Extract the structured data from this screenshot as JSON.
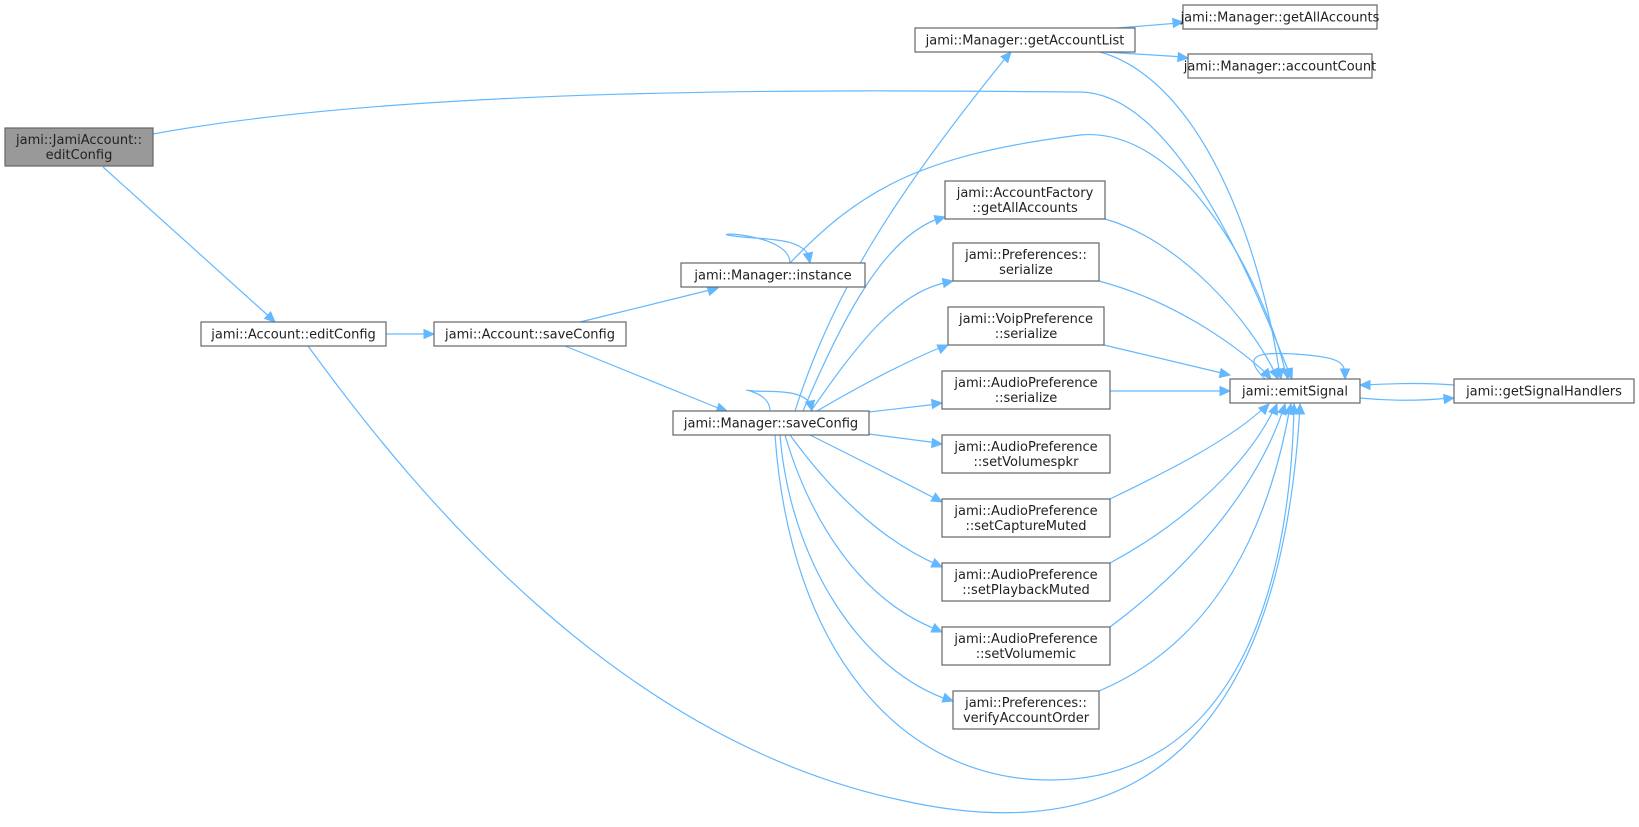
{
  "nodes": {
    "root": [
      "jami::JamiAccount::",
      "editConfig"
    ],
    "acc_edit": [
      "jami::Account::editConfig"
    ],
    "acc_save": [
      "jami::Account::saveConfig"
    ],
    "mgr_instance": [
      "jami::Manager::instance"
    ],
    "mgr_save": [
      "jami::Manager::saveConfig"
    ],
    "mgr_getlist": [
      "jami::Manager::getAccountList"
    ],
    "mgr_getall": [
      "jami::Manager::getAllAccounts"
    ],
    "mgr_count": [
      "jami::Manager::accountCount"
    ],
    "af_getall": [
      "jami::AccountFactory",
      "::getAllAccounts"
    ],
    "pref_ser": [
      "jami::Preferences::",
      "serialize"
    ],
    "voip_ser": [
      "jami::VoipPreference",
      "::serialize"
    ],
    "audio_ser": [
      "jami::AudioPreference",
      "::serialize"
    ],
    "audio_spkr": [
      "jami::AudioPreference",
      "::setVolumespkr"
    ],
    "audio_cap": [
      "jami::AudioPreference",
      "::setCaptureMuted"
    ],
    "audio_play": [
      "jami::AudioPreference",
      "::setPlaybackMuted"
    ],
    "audio_mic": [
      "jami::AudioPreference",
      "::setVolumemic"
    ],
    "pref_verify": [
      "jami::Preferences::",
      "verifyAccountOrder"
    ],
    "emit": [
      "jami::emitSignal"
    ],
    "handlers": [
      "jami::getSignalHandlers"
    ]
  },
  "colors": {
    "edge": "#63b8ff",
    "node_border": "#666666",
    "root_fill": "#999999"
  }
}
